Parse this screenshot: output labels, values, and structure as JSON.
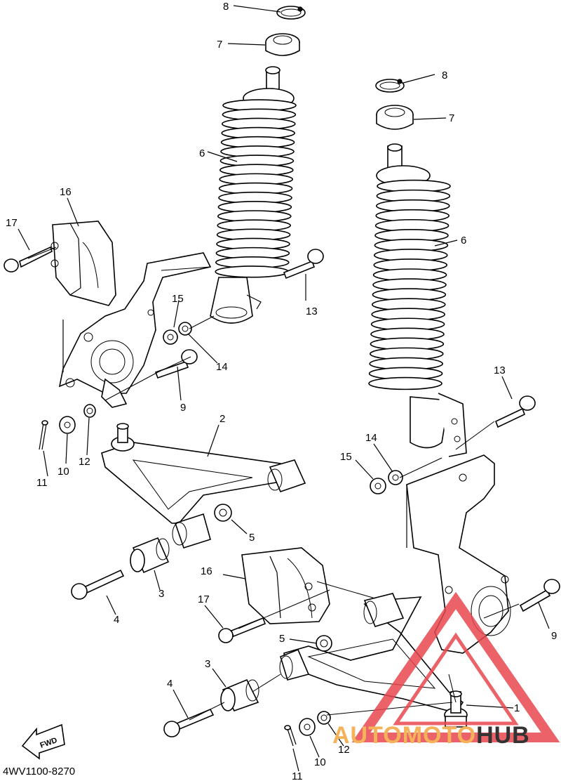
{
  "labels": {
    "p1": "1",
    "p2": "2",
    "p3a": "3",
    "p3b": "3",
    "p4a": "4",
    "p4b": "4",
    "p5a": "5",
    "p5b": "5",
    "p6a": "6",
    "p6b": "6",
    "p7a": "7",
    "p7b": "7",
    "p8a": "8",
    "p8b": "8",
    "p9a": "9",
    "p9b": "9",
    "p10a": "10",
    "p10b": "10",
    "p11a": "11",
    "p11b": "11",
    "p12a": "12",
    "p12b": "12",
    "p13a": "13",
    "p13b": "13",
    "p14a": "14",
    "p14b": "14",
    "p15a": "15",
    "p15b": "15",
    "p16a": "16",
    "p16b": "16",
    "p17a": "17",
    "p17b": "17"
  },
  "fwd_label": "FWD",
  "diagram_ref": "4WV1100-8270",
  "watermark": {
    "auto": "AUTOMOTO",
    "hub": "HUB",
    "logo_color": "#e8474f",
    "accent_color": "#f4b35a"
  }
}
